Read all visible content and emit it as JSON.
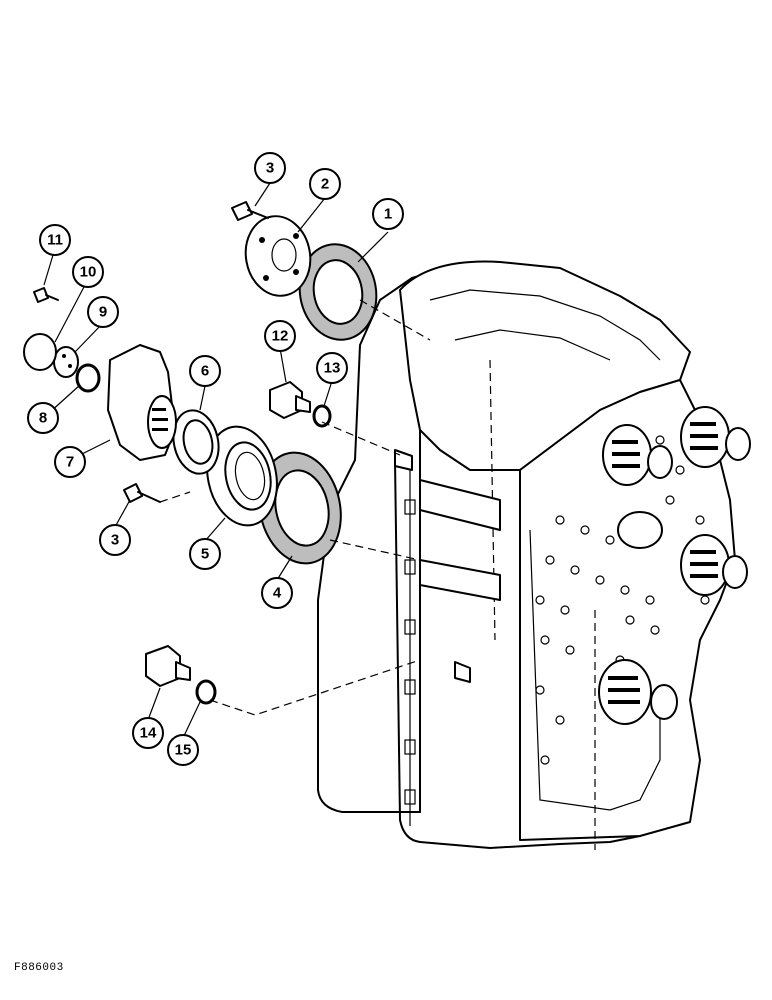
{
  "figure_id": "F886003",
  "callouts": [
    {
      "id": "c1",
      "label": "1"
    },
    {
      "id": "c2",
      "label": "2"
    },
    {
      "id": "c3a",
      "label": "3"
    },
    {
      "id": "c3b",
      "label": "3"
    },
    {
      "id": "c4",
      "label": "4"
    },
    {
      "id": "c5",
      "label": "5"
    },
    {
      "id": "c6",
      "label": "6"
    },
    {
      "id": "c7",
      "label": "7"
    },
    {
      "id": "c8",
      "label": "8"
    },
    {
      "id": "c9",
      "label": "9"
    },
    {
      "id": "c10",
      "label": "10"
    },
    {
      "id": "c11",
      "label": "11"
    },
    {
      "id": "c12",
      "label": "12"
    },
    {
      "id": "c13",
      "label": "13"
    },
    {
      "id": "c14",
      "label": "14"
    },
    {
      "id": "c15",
      "label": "15"
    }
  ]
}
